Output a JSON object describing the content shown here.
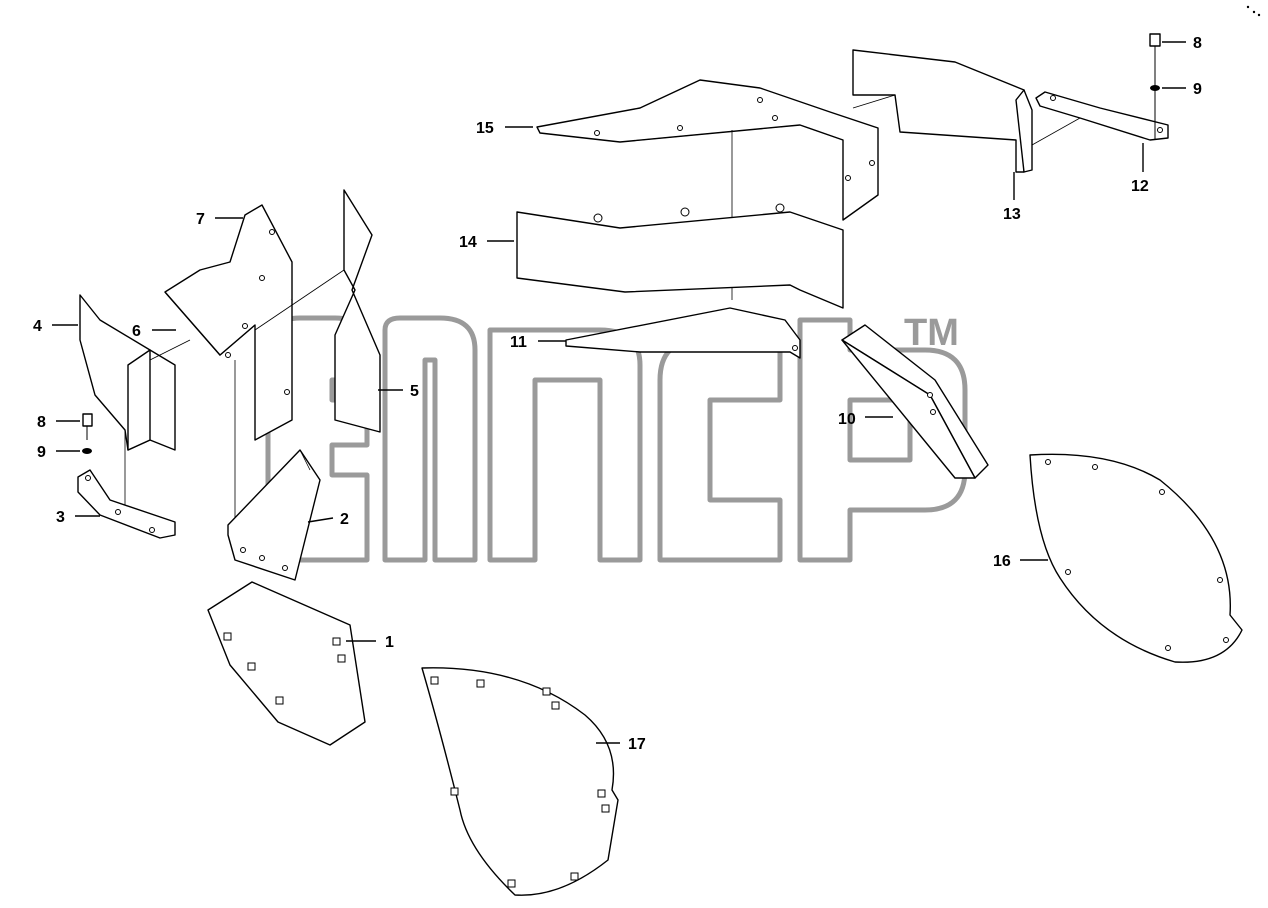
{
  "watermark": {
    "trademark": "TM"
  },
  "callouts": {
    "c1": "1",
    "c2": "2",
    "c3": "3",
    "c4": "4",
    "c5": "5",
    "c6": "6",
    "c7": "7",
    "c8a": "8",
    "c8b": "8",
    "c9a": "9",
    "c9b": "9",
    "c10": "10",
    "c11": "11",
    "c12": "12",
    "c13": "13",
    "c14": "14",
    "c15": "15",
    "c16": "16",
    "c17": "17"
  },
  "colors": {
    "line": "#000000",
    "watermark": "#9a9a9a",
    "background": "#ffffff"
  }
}
